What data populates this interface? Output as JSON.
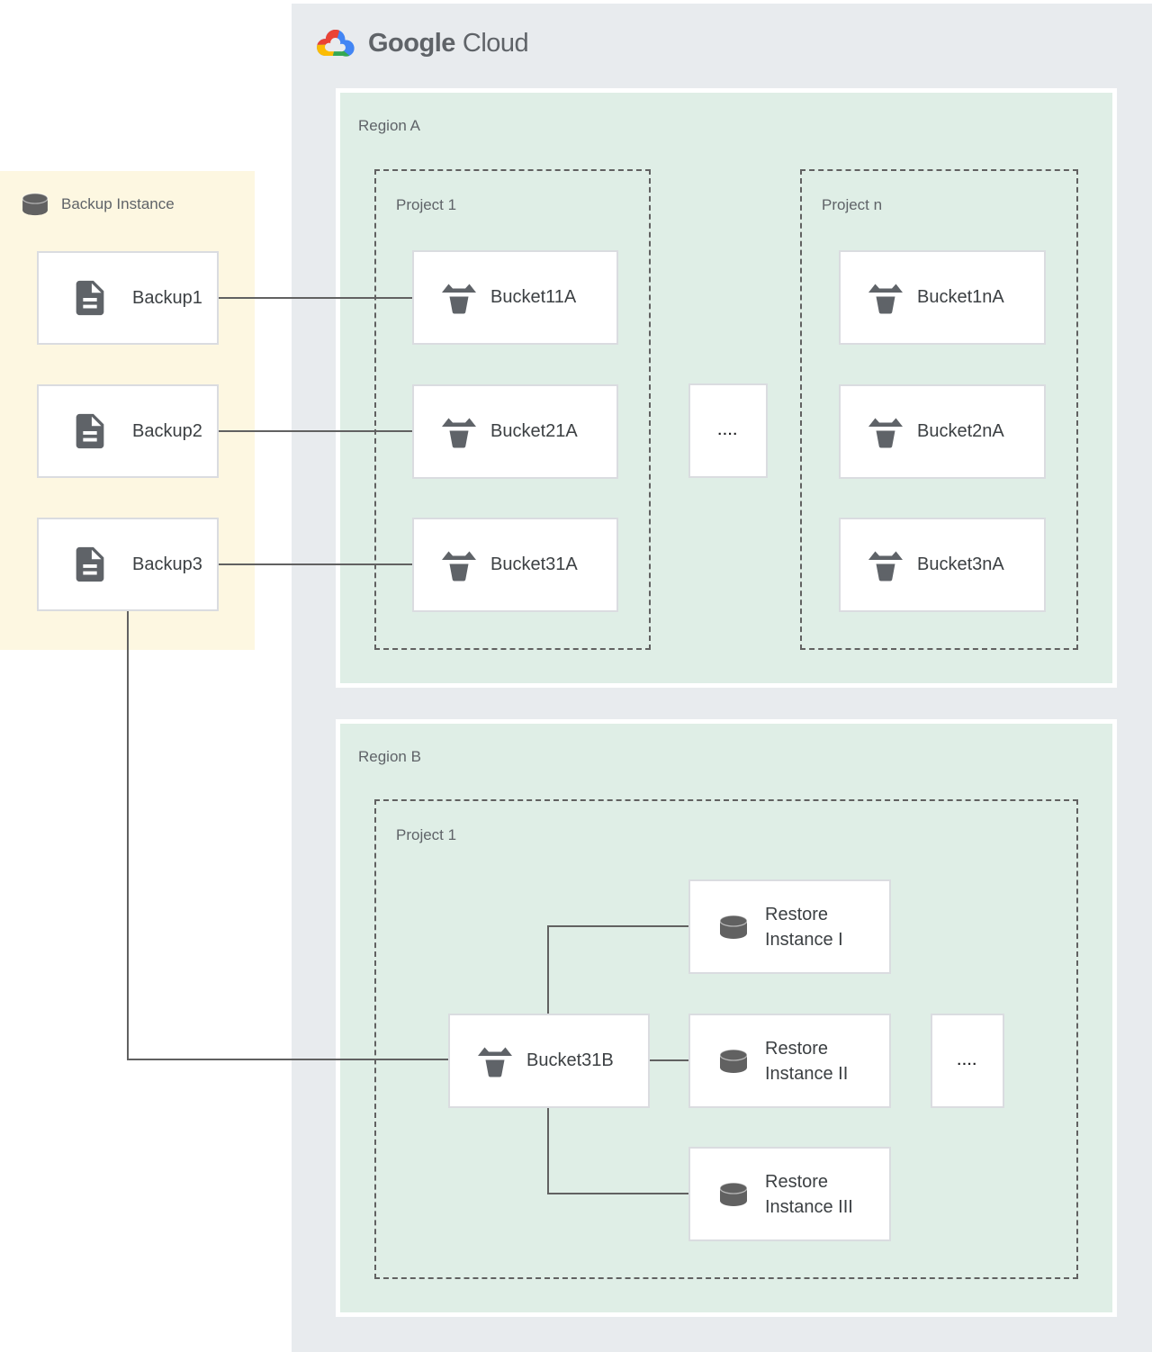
{
  "logo": {
    "brand": "Google",
    "product": "Cloud",
    "icon": "google-cloud-icon"
  },
  "colors": {
    "gcp_background": "#e8ebee",
    "region_background": "#dfeee6",
    "backup_panel_background": "#fdf7e1",
    "card_border": "#dadce0",
    "connector_line": "#616161",
    "label_gray": "#5f6368",
    "text_dark": "#3c4043",
    "logo_blue": "#4285f4",
    "logo_red": "#ea4335",
    "logo_yellow": "#fbbc04",
    "logo_green": "#34a853"
  },
  "backup_panel": {
    "title": "Backup Instance",
    "title_icon": "database-icon",
    "items": [
      {
        "label": "Backup1",
        "icon": "file-icon"
      },
      {
        "label": "Backup2",
        "icon": "file-icon"
      },
      {
        "label": "Backup3",
        "icon": "file-icon"
      }
    ]
  },
  "region_a": {
    "label": "Region A",
    "ellipsis": "....",
    "projects": [
      {
        "label": "Project 1",
        "buckets": [
          {
            "label": "Bucket11A",
            "icon": "bucket-icon"
          },
          {
            "label": "Bucket21A",
            "icon": "bucket-icon"
          },
          {
            "label": "Bucket31A",
            "icon": "bucket-icon"
          }
        ]
      },
      {
        "label": "Project n",
        "buckets": [
          {
            "label": "Bucket1nA",
            "icon": "bucket-icon"
          },
          {
            "label": "Bucket2nA",
            "icon": "bucket-icon"
          },
          {
            "label": "Bucket3nA",
            "icon": "bucket-icon"
          }
        ]
      }
    ]
  },
  "region_b": {
    "label": "Region B",
    "ellipsis": "....",
    "project": {
      "label": "Project 1",
      "bucket": {
        "label": "Bucket31B",
        "icon": "bucket-icon"
      },
      "restore_instances": [
        {
          "label": "Restore Instance I",
          "icon": "database-icon"
        },
        {
          "label": "Restore Instance II",
          "icon": "database-icon"
        },
        {
          "label": "Restore Instance III",
          "icon": "database-icon"
        }
      ]
    }
  }
}
